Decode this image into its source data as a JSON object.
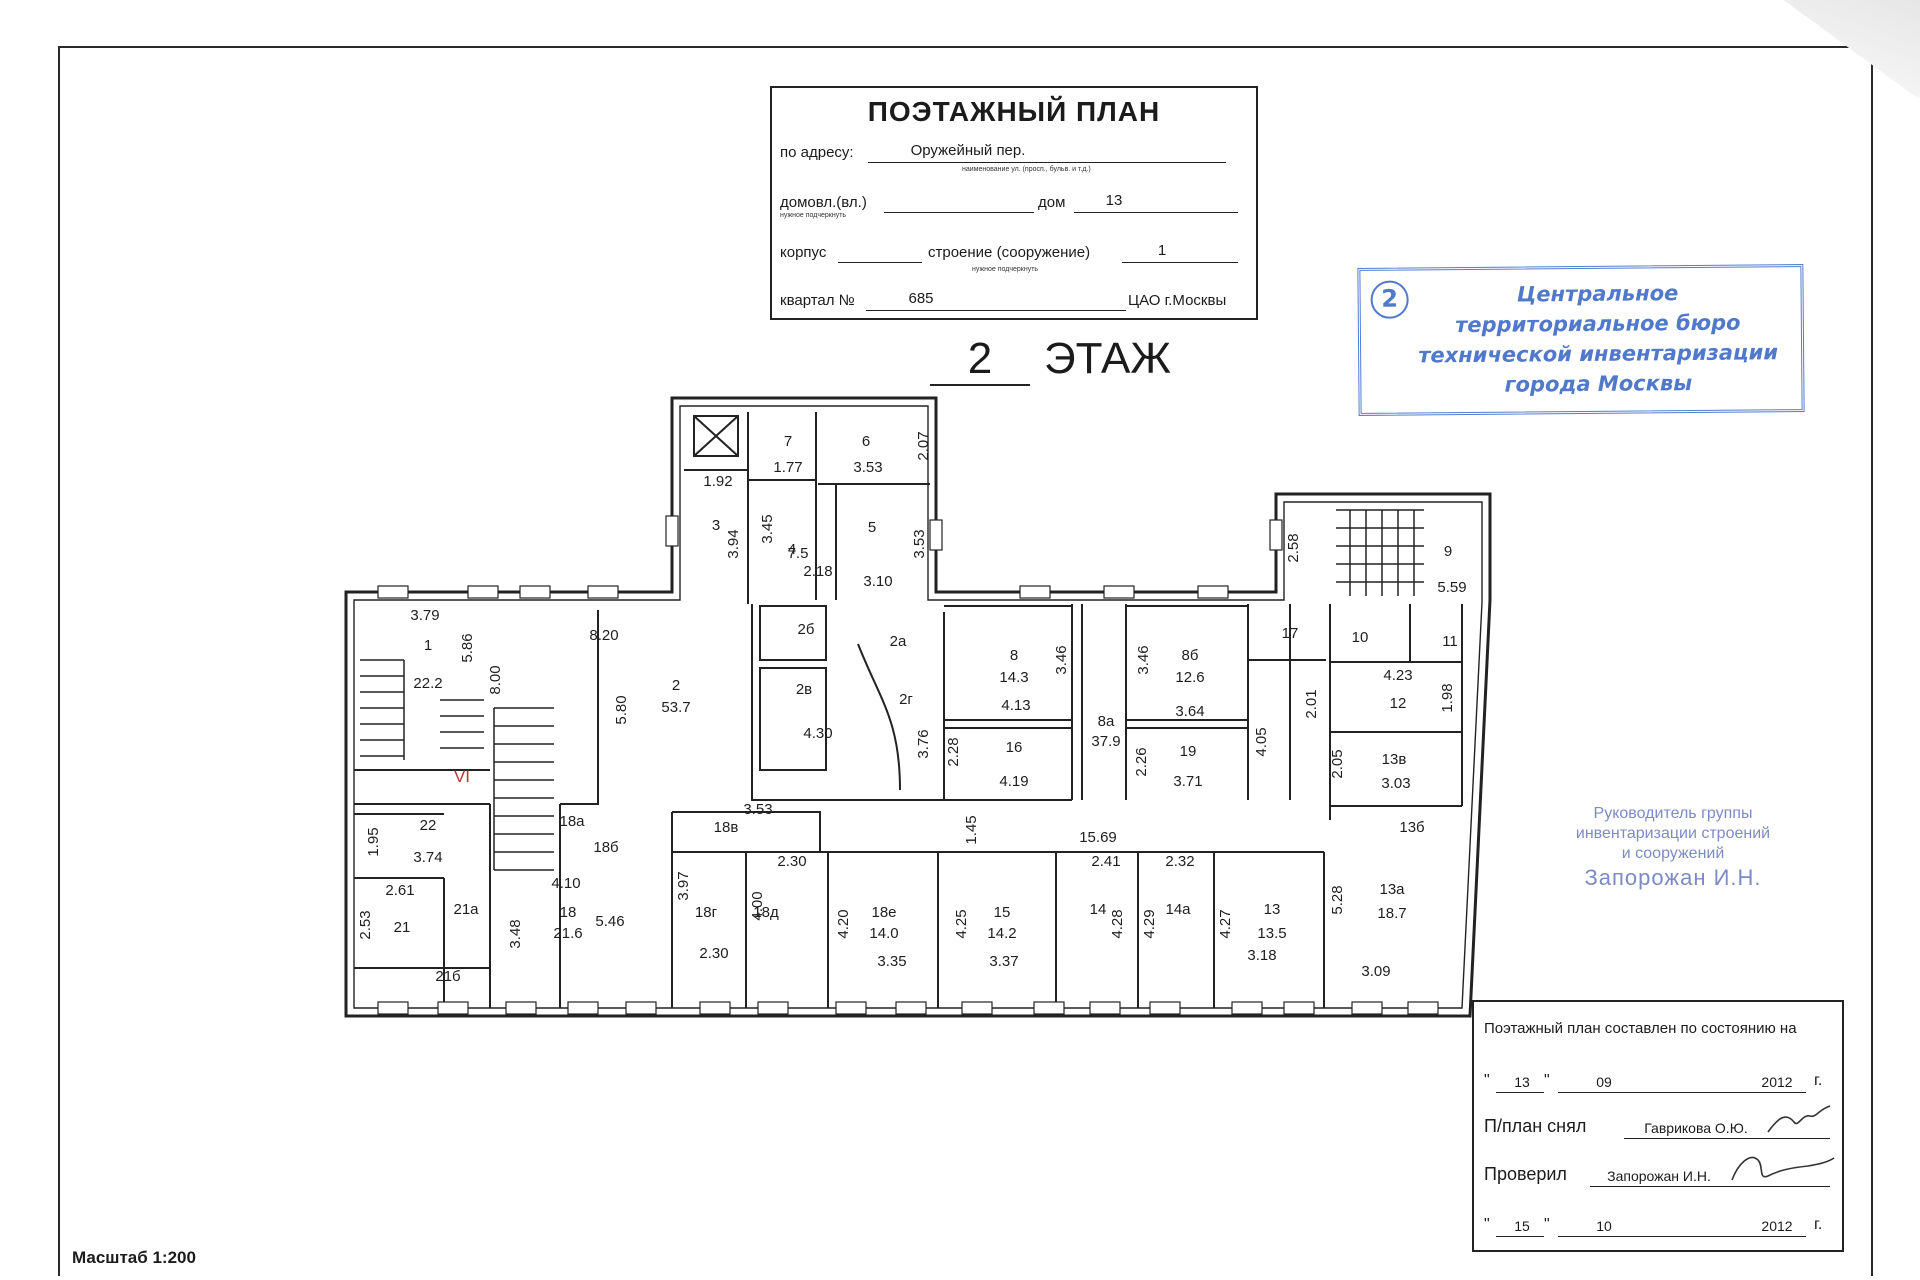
{
  "title_block": {
    "title": "ПОЭТАЖНЫЙ ПЛАН",
    "address_label": "по адресу:",
    "address_value": "Оружейный пер.",
    "address_hint": "наименование ул. (просп., бульв. и т.д.)",
    "domovl_label": "домовл.(вл.)",
    "dom_label": "дом",
    "dom_value": "13",
    "needed_hint": "нужное подчеркнуть",
    "korpus_label": "корпус",
    "stroenie_label": "строение (сооружение)",
    "stroenie_value": "1",
    "kvartal_label": "квартал №",
    "kvartal_value": "685",
    "district": "ЦАО г.Москвы"
  },
  "floor": {
    "number": "2",
    "label": "ЭТАЖ"
  },
  "bti_stamp": {
    "number": "2",
    "lines": [
      "Центральное",
      "территориальное бюро",
      "технической инвентаризации",
      "города Москвы"
    ]
  },
  "head_stamp": {
    "lines": [
      "Руководитель группы",
      "инвентаризации строений",
      "и сооружений"
    ],
    "name": "Запорожан И.Н."
  },
  "approval": {
    "heading": "Поэтажный план составлен по состоянию на",
    "date1_day": "13",
    "date1_month": "09",
    "date1_year": "2012",
    "year_suffix": "г.",
    "surveyed_label": "П/план снял",
    "surveyed_by": "Гаврикова О.Ю.",
    "checked_label": "Проверил",
    "checked_by": "Запорожан И.Н.",
    "date2_day": "15",
    "date2_month": "10",
    "date2_year": "2012"
  },
  "scale": "Масштаб 1:200",
  "plan_labels": [
    "3.79",
    "1",
    "22.2",
    "5.86",
    "8.00",
    "8.20",
    "2",
    "53.7",
    "5.80",
    "VI",
    "22",
    "1.95",
    "3.74",
    "2.61",
    "2.53",
    "21",
    "21а",
    "21б",
    "3.48",
    "18",
    "21.6",
    "4.10",
    "5.46",
    "18а",
    "18б",
    "18в",
    "3.53",
    "18г",
    "3.97",
    "2.30",
    "18д",
    "4.00",
    "2.30",
    "18е",
    "14.0",
    "4.20",
    "3.35",
    "15",
    "14.2",
    "4.25",
    "3.37",
    "14",
    "2.41",
    "4.28",
    "14а",
    "2.32",
    "4.29",
    "13",
    "13.5",
    "4.27",
    "3.18",
    "13а",
    "18.7",
    "5.28",
    "3.09",
    "13б",
    "13в",
    "2.05",
    "3.03",
    "12",
    "4.23",
    "1.98",
    "10",
    "11",
    "17",
    "2.01",
    "4.05",
    "19",
    "2.26",
    "3.71",
    "8б",
    "12.6",
    "3.46",
    "3.64",
    "8а",
    "37.9",
    "8",
    "14.3",
    "3.46",
    "4.13",
    "16",
    "2.28",
    "4.19",
    "1.45",
    "15.69",
    "2в",
    "4.30",
    "2г",
    "2а",
    "3.76",
    "2б",
    "3",
    "3.94",
    "1.92",
    "4",
    "7.5",
    "3.45",
    "2.18",
    "5",
    "3.53",
    "3.10",
    "7",
    "1.77",
    "6",
    "3.53",
    "2.07",
    "9",
    "2.58",
    "5.59"
  ]
}
